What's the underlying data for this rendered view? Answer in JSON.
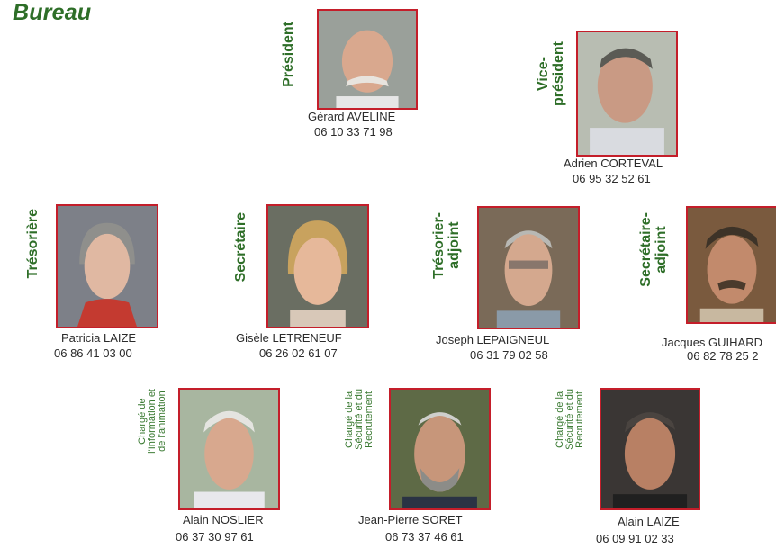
{
  "title": "Bureau",
  "accent_color": "#c41e2a",
  "role_color": "#2e6e28",
  "members": [
    {
      "role": "Président",
      "name": "Gérard AVELINE",
      "phone": "06 10 33 71 98"
    },
    {
      "role": "Vice-\nprésident",
      "name": "Adrien CORTEVAL",
      "phone": "06 95 32 52 61"
    },
    {
      "role": "Trésorière",
      "name": "Patricia LAIZE",
      "phone": "06 86 41 03 00"
    },
    {
      "role": "Secrétaire",
      "name": "Gisèle LETRENEUF",
      "phone": "06 26 02 61 07"
    },
    {
      "role": "Trésorier-\nadjoint",
      "name": "Joseph LEPAIGNEUL",
      "phone": "06 31 79 02 58"
    },
    {
      "role": "Secrétaire-\nadjoint",
      "name": "Jacques GUIHARD",
      "phone": "06 82 78 25 2"
    },
    {
      "role": "Chargé de\nl'Information et\nde l'animation",
      "name": "Alain NOSLIER",
      "phone": "06 37 30 97 61"
    },
    {
      "role": "Chargé de la\nSécurité et du\nRecrutement",
      "name": "Jean-Pierre SORET",
      "phone": "06 73 37 46 61"
    },
    {
      "role": "Chargé de la\nSécurité et du\nRecrutement",
      "name": "Alain LAIZE",
      "phone": "06 09 91 02 33"
    }
  ]
}
